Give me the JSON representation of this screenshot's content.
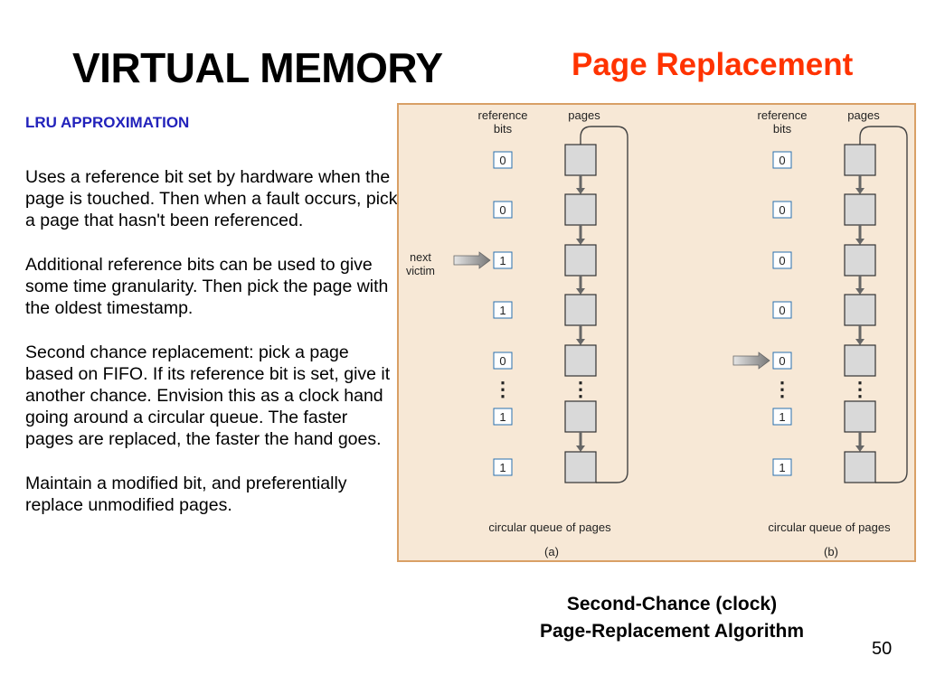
{
  "slide": {
    "title": "VIRTUAL MEMORY",
    "subtitle": "Page Replacement",
    "page_number": "50"
  },
  "text": {
    "section_heading": "LRU APPROXIMATION",
    "paragraphs": [
      "Uses a reference bit set by hardware when the page is touched. Then when a fault occurs, pick a page that hasn't been referenced.",
      "Additional reference bits can be used to give some time granularity. Then pick the page with the oldest timestamp.",
      "Second chance replacement: pick a page based on FIFO. If its reference bit is set, give it another chance. Envision this as a clock hand going around a circular queue. The faster pages are replaced, the faster the hand goes.",
      "Maintain a modified bit, and preferentially replace unmodified pages."
    ]
  },
  "diagram": {
    "column_headers": {
      "reference_bits_line1": "reference",
      "reference_bits_line2": "bits",
      "pages": "pages"
    },
    "panel_a": {
      "label": "(a)",
      "queue_label": "circular queue of pages",
      "pointer_label_line1": "next",
      "pointer_label_line2": "victim",
      "pointer_row": 2,
      "reference_bits": [
        "0",
        "0",
        "1",
        "1",
        "0",
        "1",
        "1"
      ]
    },
    "panel_b": {
      "label": "(b)",
      "queue_label": "circular queue of pages",
      "pointer_row": 4,
      "reference_bits": [
        "0",
        "0",
        "0",
        "0",
        "0",
        "1",
        "1"
      ]
    },
    "ellipsis": "⋮"
  },
  "caption": {
    "line1": "Second-Chance (clock)",
    "line2": "Page-Replacement Algorithm"
  },
  "colors": {
    "title_accent": "#ff3300",
    "heading_blue": "#2222bb",
    "figure_border": "#d9a066",
    "figure_background": "#f7e8d6",
    "bit_box_fill": "#ffffff",
    "bit_box_stroke": "#2a6fae",
    "page_box_fill": "#d9d9d9",
    "page_box_stroke": "#333333",
    "arrow_gray": "#8c8c8c"
  }
}
